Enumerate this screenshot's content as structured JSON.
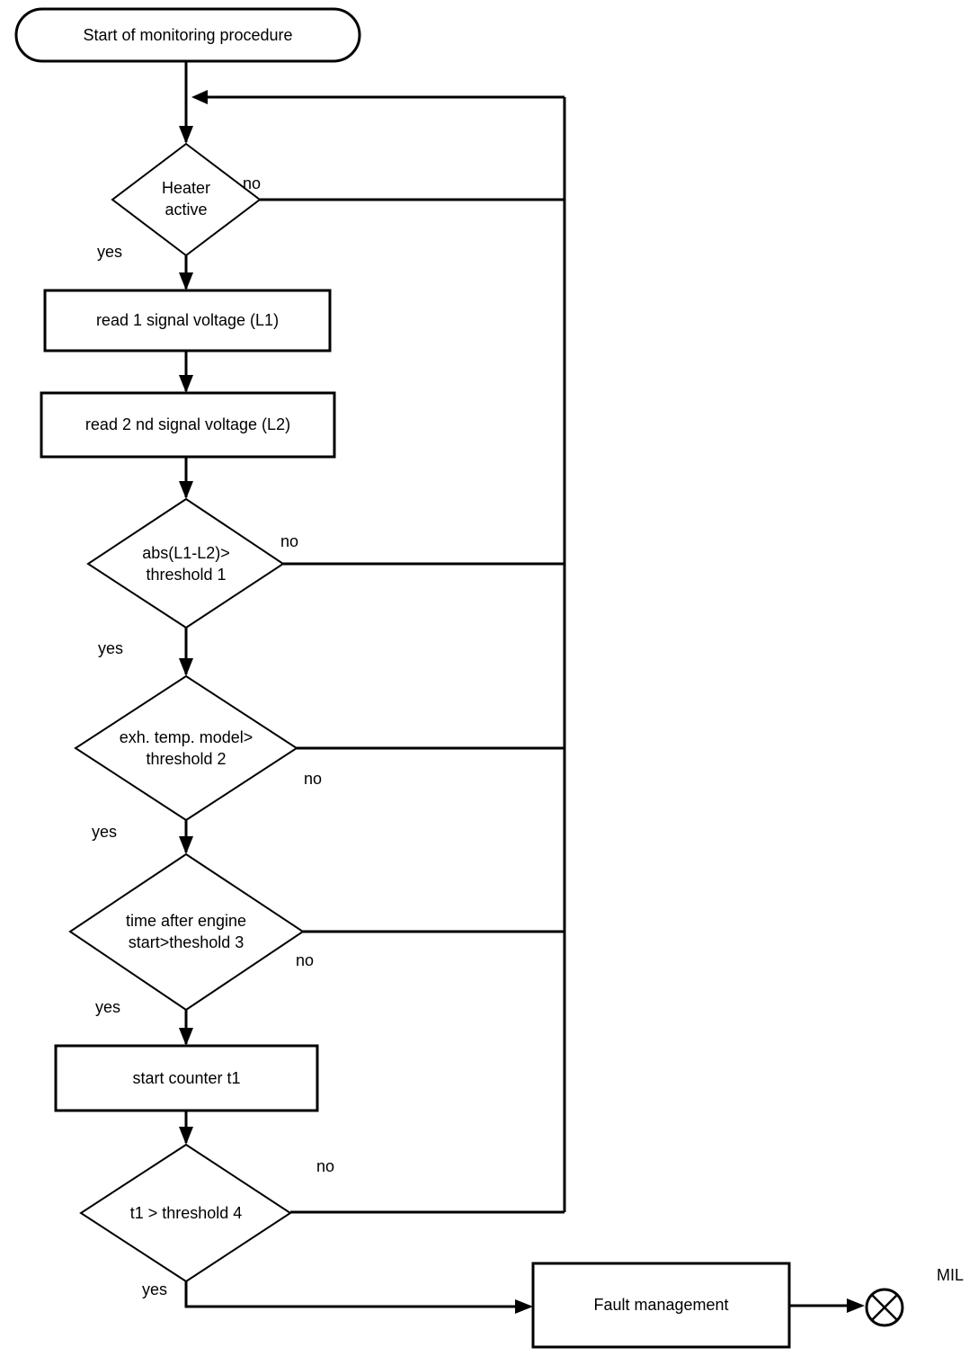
{
  "flowchart": {
    "colors": {
      "background": "#ffffff",
      "line": "#000000",
      "text": "#000000"
    },
    "nodes": {
      "start": {
        "type": "terminator",
        "label": "Start of monitoring procedure"
      },
      "heater_active": {
        "type": "decision",
        "label": "Heater\nactive"
      },
      "read_l1": {
        "type": "process",
        "label": "read 1 signal voltage (L1)"
      },
      "read_l2": {
        "type": "process",
        "label": "read 2 nd signal voltage  (L2)"
      },
      "abs_threshold1": {
        "type": "decision",
        "label": "abs(L1-L2)>\nthreshold 1"
      },
      "exh_temp_threshold2": {
        "type": "decision",
        "label": "exh. temp. model>\nthreshold 2"
      },
      "time_threshold3": {
        "type": "decision",
        "label": "time after engine\nstart>theshold 3"
      },
      "start_counter": {
        "type": "process",
        "label": "start counter t1"
      },
      "t1_threshold4": {
        "type": "decision",
        "label": "t1 > threshold 4"
      },
      "fault_management": {
        "type": "process",
        "label": "Fault management"
      },
      "mil": {
        "type": "indicator",
        "icon": "mil-lamp-icon",
        "label": "MIL"
      }
    },
    "edge_labels": {
      "yes": "yes",
      "no": "no"
    }
  }
}
